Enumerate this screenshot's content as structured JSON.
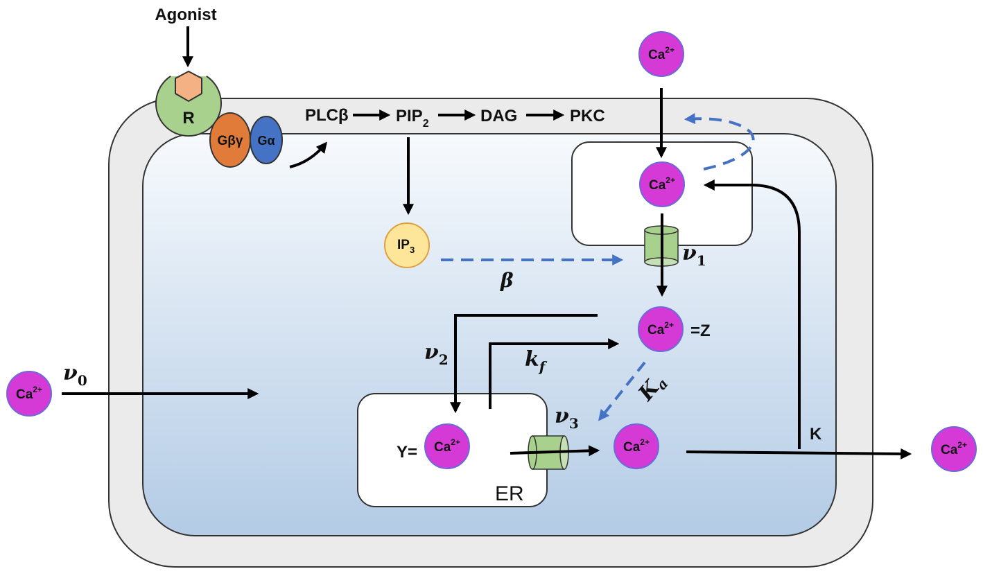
{
  "labels": {
    "agonist": "Agonist",
    "receptor": "R",
    "g_beta_gamma": "Gβγ",
    "g_alpha": "Gα",
    "plc": "PLCβ",
    "pip2": "PIP",
    "pip2_sub": "2",
    "dag": "DAG",
    "pkc": "PKC",
    "ip3": "IP",
    "ip3_sub": "3",
    "beta": "β",
    "nu0": "ν",
    "nu0_sub": "0",
    "nu1": "ν",
    "nu1_sub": "1",
    "nu2": "ν",
    "nu2_sub": "2",
    "nu3": "ν",
    "nu3_sub": "3",
    "kf": "k",
    "kf_sub": "f",
    "ka": "K",
    "ka_sub": "a",
    "k": "K",
    "z_label": "=Z",
    "y_label": "Y=",
    "er": "ER"
  },
  "calcium": {
    "text": "Ca",
    "sup": "2+"
  },
  "colors": {
    "membrane": "#ebebeb",
    "cytosol_top": "#f6f9fd",
    "cytosol_bottom": "#b3cce6",
    "calcium": "#d63ad6",
    "receptor": "#a9d18e",
    "agonist": "#f4b183",
    "g_beta_gamma": "#e07b39",
    "g_alpha": "#4472c4",
    "ip3": "#fde699",
    "channel": "#a9d18e",
    "dashed_arrow": "#4472c4"
  }
}
